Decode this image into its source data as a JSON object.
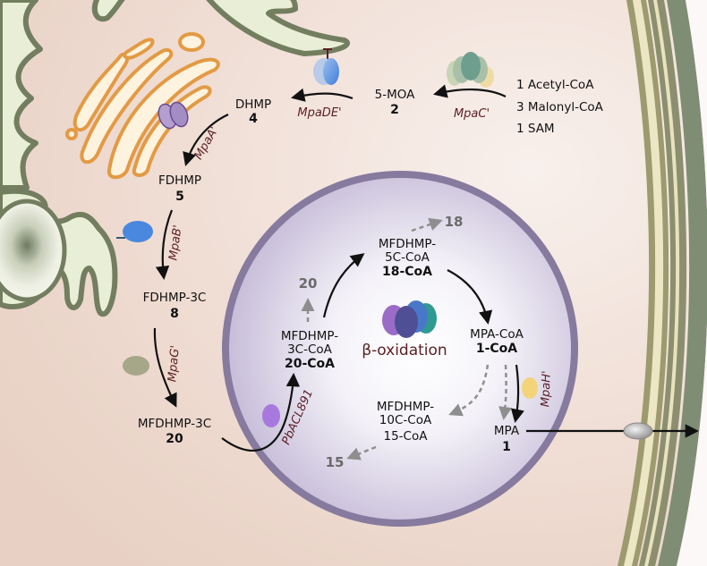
{
  "title": "Mycophenolic acid (MPA) biosynthetic pathway compartmentalization",
  "colors": {
    "cytoplasm": "#ecd6cc",
    "er_membrane": "#737d5f",
    "er_lumen": "#e9eed6",
    "golgi_membrane": "#e39a44",
    "golgi_lumen": "#fdf3df",
    "peroxisome_membrane": "#867a9e",
    "peroxisome_lumen": "#dcd5e8",
    "enzyme_label": "#5a1e22",
    "side_product": "#6a6a6a",
    "cell_wall_olive": "#9c9a6e",
    "cell_wall_cream": "#ece6c4",
    "cell_wall_green": "#7f8d74"
  },
  "substrates": {
    "line1": "1 Acetyl-CoA",
    "line2": "3 Malonyl-CoA",
    "line3": "1 SAM"
  },
  "compounds": {
    "moa": {
      "name": "5-MOA",
      "number": "2"
    },
    "dhmp": {
      "name": "DHMP",
      "number": "4"
    },
    "fdhmp": {
      "name": "FDHMP",
      "number": "5"
    },
    "fdhmp3c": {
      "name": "FDHMP-3C",
      "number": "8"
    },
    "mfdhmp3c": {
      "name": "MFDHMP-3C",
      "number": "20"
    },
    "mfdhmp3ccoa": {
      "line1": "MFDHMP-",
      "line2": "3C-CoA",
      "number": "20-CoA"
    },
    "mfdhmp5ccoa": {
      "line1": "MFDHMP-",
      "line2": "5C-CoA",
      "number": "18-CoA"
    },
    "mpacoa": {
      "line1": "MPA-CoA",
      "number": "1-CoA"
    },
    "mfdhmp10ccoa": {
      "line1": "MFDHMP-",
      "line2": "10C-CoA",
      "number": "15-CoA"
    },
    "mpa": {
      "name": "MPA",
      "number": "1"
    }
  },
  "enzymes": {
    "mpac": "MpaC'",
    "mpade": "MpaDE'",
    "mpaa": "MpaA'",
    "mpab": "MpaB'",
    "mpag": "MpaG'",
    "pbacl": "PbACL891",
    "mpah": "MpaH'"
  },
  "side_products": {
    "s18": "18",
    "s20": "20",
    "s15": "15"
  },
  "center_label": "β-oxidation"
}
